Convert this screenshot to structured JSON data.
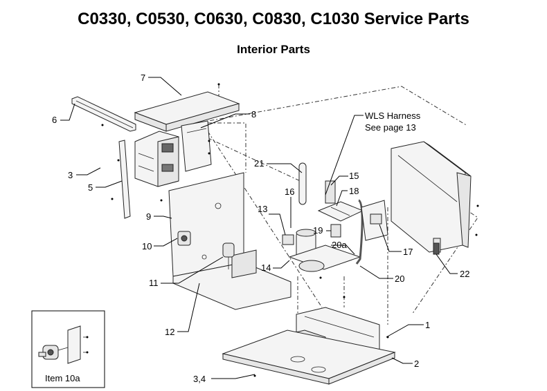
{
  "header": {
    "title": "C0330, C0530, C0630, C0830, C1030 Service Parts",
    "subtitle": "Interior Parts"
  },
  "callouts": {
    "c1": "1",
    "c2": "2",
    "c3": "3",
    "c34": "3,4",
    "c5": "5",
    "c6": "6",
    "c7": "7",
    "c8": "8",
    "c9": "9",
    "c10": "10",
    "c11": "11",
    "c12": "12",
    "c13": "13",
    "c14": "14",
    "c15": "15",
    "c16": "16",
    "c17": "17",
    "c18": "18",
    "c19": "19",
    "c20": "20",
    "c20a": "20a",
    "c21": "21",
    "c22": "22",
    "wls_line1": "WLS Harness",
    "wls_line2": "See page 13"
  },
  "inset": {
    "label": "Item 10a"
  }
}
